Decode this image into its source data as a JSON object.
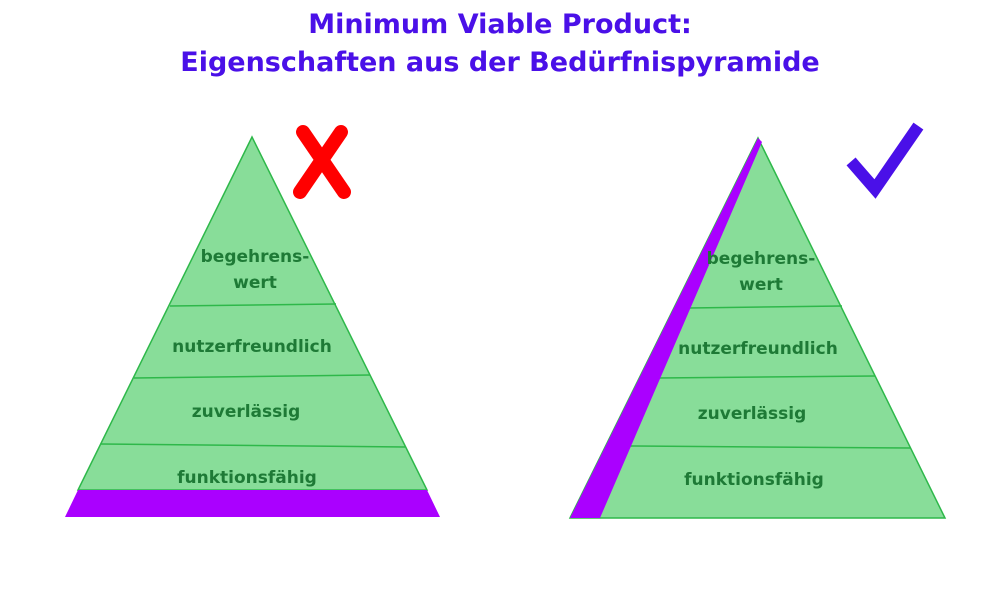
{
  "title": {
    "line1": "Minimum Viable Product:",
    "line2": "Eigenschaften aus der Bedürfnispyramide"
  },
  "colors": {
    "title": "#4a10e8",
    "pyramid_fill": "#88dd99",
    "pyramid_stroke": "#2eb84a",
    "label_text": "#1e7a36",
    "highlight": "#aa00ff",
    "wrong_mark": "#ff0000",
    "right_mark": "#4a10e8"
  },
  "left_pyramid": {
    "verdict": "wrong",
    "verdict_icon": "cross-icon",
    "levels": [
      {
        "line1": "begehrens-",
        "line2": "wert"
      },
      {
        "line1": "nutzerfreundlich"
      },
      {
        "line1": "zuverlässig"
      },
      {
        "line1": "funktionsfähig"
      }
    ],
    "highlight": "base layer only"
  },
  "right_pyramid": {
    "verdict": "correct",
    "verdict_icon": "checkmark-icon",
    "levels": [
      {
        "line1": "begehrens-",
        "line2": "wert"
      },
      {
        "line1": "nutzerfreundlich"
      },
      {
        "line1": "zuverlässig"
      },
      {
        "line1": "funktionsfähig"
      }
    ],
    "highlight": "vertical slice through all layers"
  }
}
